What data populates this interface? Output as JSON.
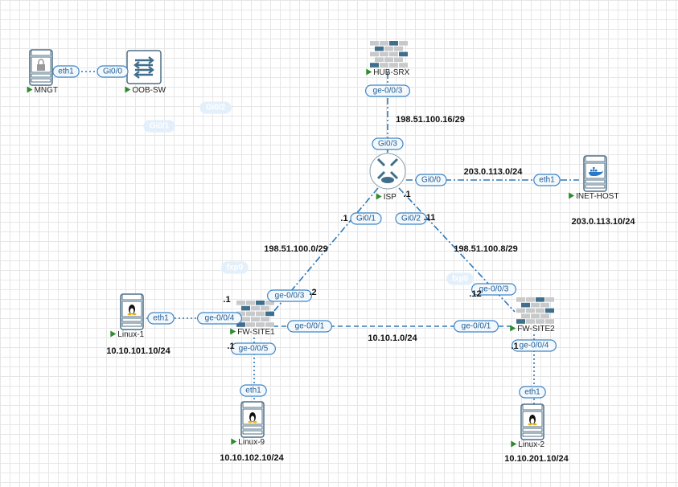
{
  "colors": {
    "link": "#2f78b7",
    "icon": "#3f6f8c",
    "play": "#2e8b2e"
  },
  "nodes": [
    {
      "id": "MNGT",
      "type": "server-lock",
      "label": "MNGT"
    },
    {
      "id": "OOB-SW",
      "type": "switch",
      "label": "OOB-SW"
    },
    {
      "id": "HUB-SRX",
      "type": "firewall",
      "label": "HUB-SRX"
    },
    {
      "id": "ISP",
      "type": "router",
      "label": "ISP"
    },
    {
      "id": "INET-HOST",
      "type": "server-docker",
      "label": "INET-HOST"
    },
    {
      "id": "FW-SITE1",
      "type": "firewall",
      "label": "FW-SITE1"
    },
    {
      "id": "FW-SITE2",
      "type": "firewall",
      "label": "FW-SITE2"
    },
    {
      "id": "Linux-1",
      "type": "server-linux",
      "label": "Linux-1"
    },
    {
      "id": "Linux-9",
      "type": "server-linux",
      "label": "Linux-9"
    },
    {
      "id": "Linux-2",
      "type": "server-linux",
      "label": "Linux-2"
    }
  ],
  "links": [
    {
      "a": "MNGT",
      "b": "OOB-SW",
      "style": "dotted",
      "ports": [
        "eth1",
        "Gi0/0"
      ]
    },
    {
      "a": "HUB-SRX",
      "b": "ISP",
      "style": "dashdot",
      "ports": [
        "ge-0/0/3",
        "Gi0/3"
      ]
    },
    {
      "a": "ISP",
      "b": "INET-HOST",
      "style": "dashdot",
      "ports": [
        "Gi0/0",
        "eth1"
      ]
    },
    {
      "a": "ISP",
      "b": "FW-SITE1",
      "style": "dashdot",
      "ports": [
        "Gi0/1",
        "ge-0/0/3"
      ]
    },
    {
      "a": "ISP",
      "b": "FW-SITE2",
      "style": "dashdot",
      "ports": [
        "Gi0/2",
        "ge-0/0/3"
      ]
    },
    {
      "a": "FW-SITE1",
      "b": "FW-SITE2",
      "style": "dashed",
      "ports": [
        "ge-0/0/1",
        "ge-0/0/1"
      ]
    },
    {
      "a": "Linux-1",
      "b": "FW-SITE1",
      "style": "dotted",
      "ports": [
        "eth1",
        "ge-0/0/4"
      ]
    },
    {
      "a": "FW-SITE1",
      "b": "Linux-9",
      "style": "dotted",
      "ports": [
        "ge-0/0/5",
        "eth1"
      ]
    },
    {
      "a": "FW-SITE2",
      "b": "Linux-2",
      "style": "dotted",
      "ports": [
        "ge-0/0/4",
        "eth1"
      ]
    }
  ],
  "ghost_ports": [
    "Gi0/2",
    "Gi0/1",
    "fxp0",
    "fxp0"
  ],
  "annotations": [
    "198.51.100.16/29",
    "203.0.113.0/24",
    "203.0.113.10/24",
    "198.51.100.0/29",
    "198.51.100.8/29",
    "10.10.1.0/24",
    "10.10.101.10/24",
    "10.10.102.10/24",
    "10.10.201.10/24",
    ".1",
    ".1",
    ".11",
    ".2",
    ".1",
    ".1",
    ".12",
    ".1"
  ]
}
